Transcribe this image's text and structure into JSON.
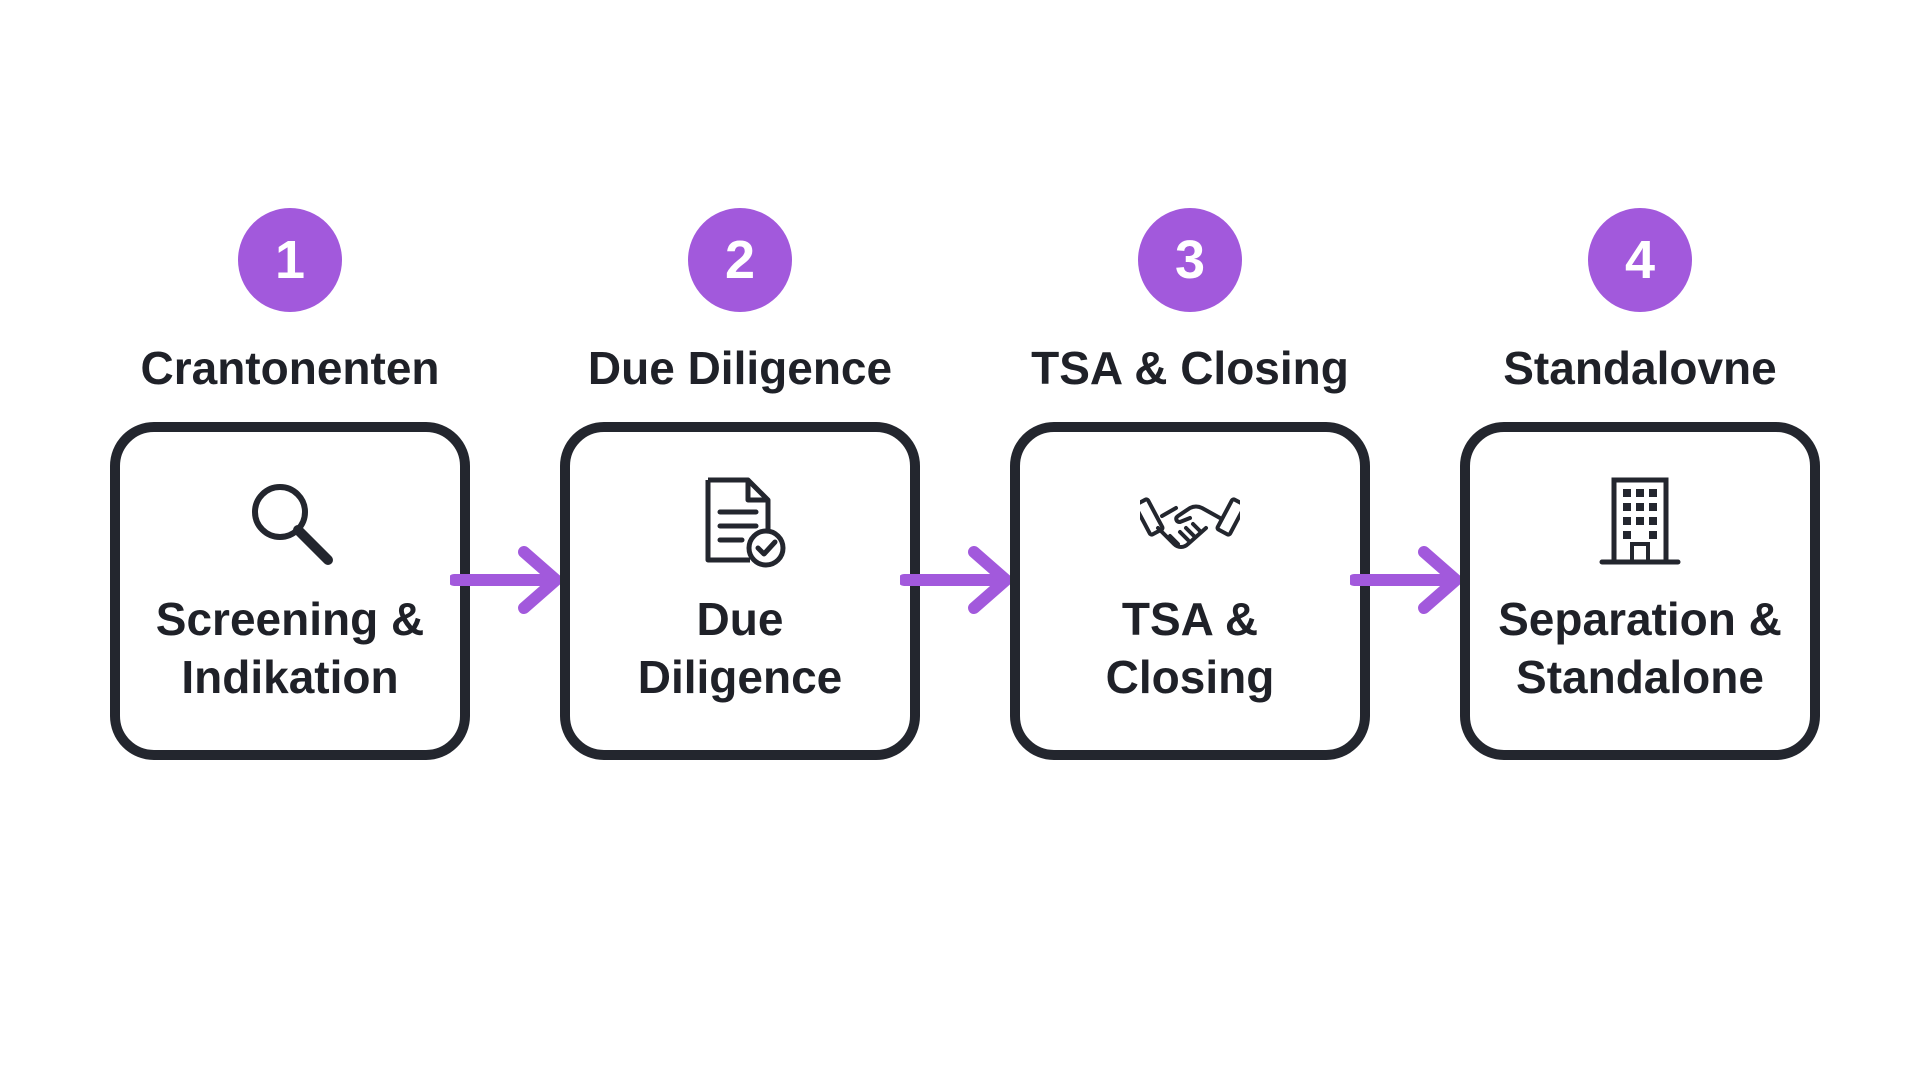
{
  "accent_color": "#a259dc",
  "border_color": "#23262e",
  "steps": [
    {
      "number": "1",
      "title": "Crantonenten",
      "label_line1": "Screening &",
      "label_line2": "Indikation",
      "icon": "magnifier-icon"
    },
    {
      "number": "2",
      "title": "Due Diligence",
      "label_line1": "Due",
      "label_line2": "Diligence",
      "icon": "document-check-icon"
    },
    {
      "number": "3",
      "title": "TSA & Closing",
      "label_line1": "TSA &",
      "label_line2": "Closing",
      "icon": "handshake-icon"
    },
    {
      "number": "4",
      "title": "Standalovne",
      "label_line1": "Separation &",
      "label_line2": "Standalone",
      "icon": "building-icon"
    }
  ]
}
